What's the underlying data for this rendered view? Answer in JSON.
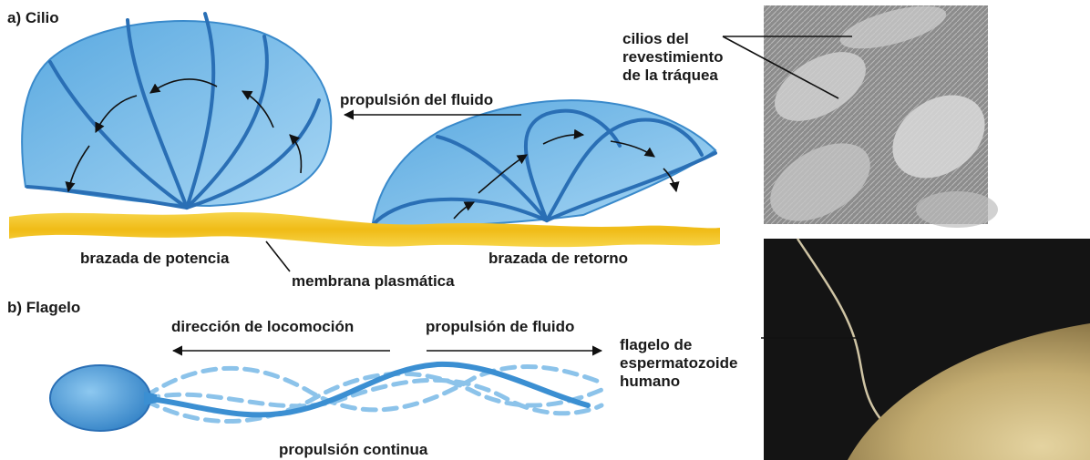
{
  "part_a": {
    "title": "a) Cilio",
    "fluid_propulsion": "propulsión del fluido",
    "power_stroke": "brazada de potencia",
    "return_stroke": "brazada de retorno",
    "plasma_membrane": "membrana plasmática",
    "photo_label": "cilios del\nrevestimiento\nde la tráquea"
  },
  "part_b": {
    "title": "b) Flagelo",
    "locomotion_direction": "dirección de locomoción",
    "fluid_propulsion": "propulsión de fluido",
    "continuous_propulsion": "propulsión continua",
    "photo_label": "flagelo de\nespermatozoide\nhumano"
  },
  "colors": {
    "cilium_fill": "#6fb6e6",
    "cilium_line": "#2a78bd",
    "membrane": "#f2c21b",
    "flagellum": "#3b8fd2",
    "trachea_photo_bg": "#9a9a9a",
    "sperm_photo_bg": "#151515",
    "egg_surface": "#c8b37a"
  }
}
